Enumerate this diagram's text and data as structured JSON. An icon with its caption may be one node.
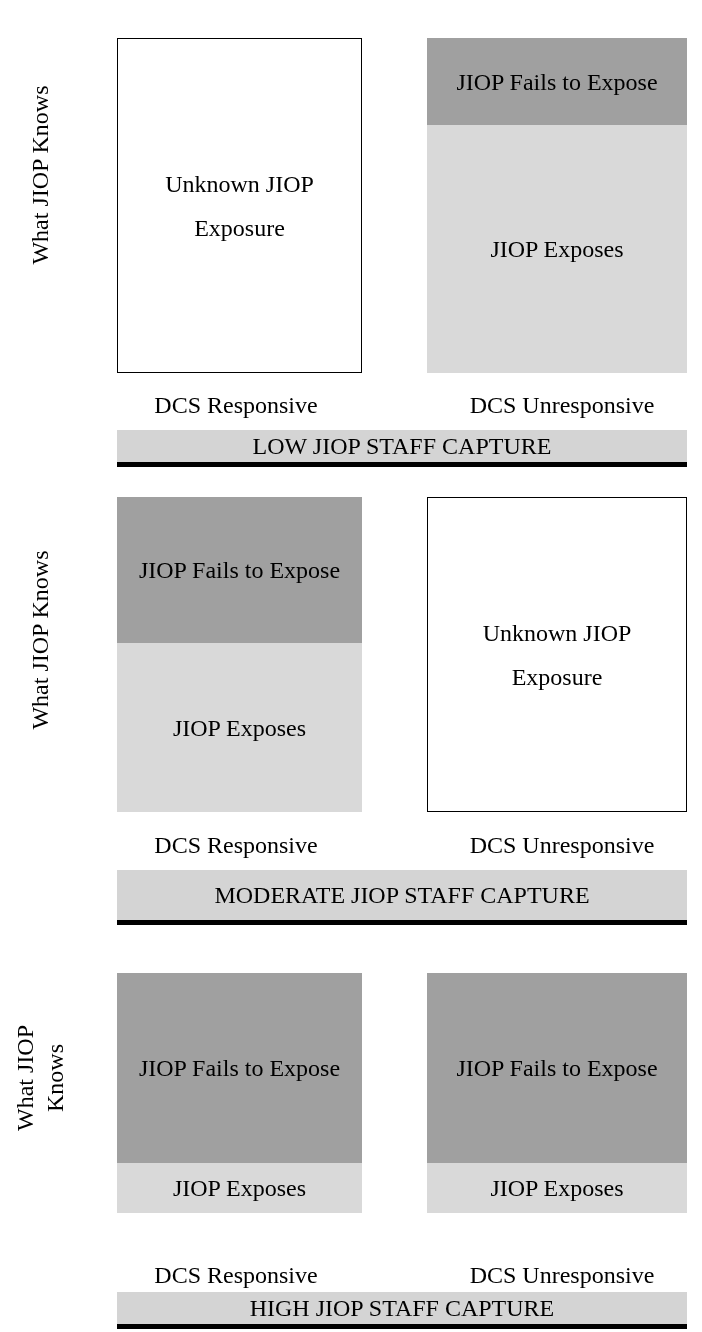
{
  "diagram": {
    "nodes": [
      {
        "text": [
          "Unknown JIOP Exposure"
        ]
      },
      {
        "text": [
          "JIOP Fails to Expose"
        ]
      },
      {
        "text": [
          "JIOP Exposes"
        ]
      },
      {
        "text": [
          "LOW JIOP STAFF CAPTURE"
        ]
      },
      {
        "text": [
          "JIOP Fails to Expose"
        ]
      },
      {
        "text": [
          "JIOP Exposes"
        ]
      },
      {
        "text": [
          "Unknown JIOP Exposure"
        ]
      },
      {
        "text": [
          "MODERATE JIOP STAFF CAPTURE"
        ]
      },
      {
        "text": [
          "JIOP Fails to Expose"
        ]
      },
      {
        "text": [
          "JIOP Exposes"
        ]
      },
      {
        "text": [
          "JIOP Fails to Expose"
        ]
      },
      {
        "text": [
          "JIOP Exposes"
        ]
      },
      {
        "text": [
          "HIGH JIOP STAFF CAPTURE"
        ]
      }
    ],
    "edges": [],
    "labels": [
      "What JIOP Knows",
      "DCS Responsive",
      "DCS Unresponsive",
      "What JIOP Knows",
      "DCS Responsive",
      "DCS Unresponsive",
      "What JIOP Knows",
      "DCS Responsive",
      "DCS Unresponsive"
    ]
  }
}
